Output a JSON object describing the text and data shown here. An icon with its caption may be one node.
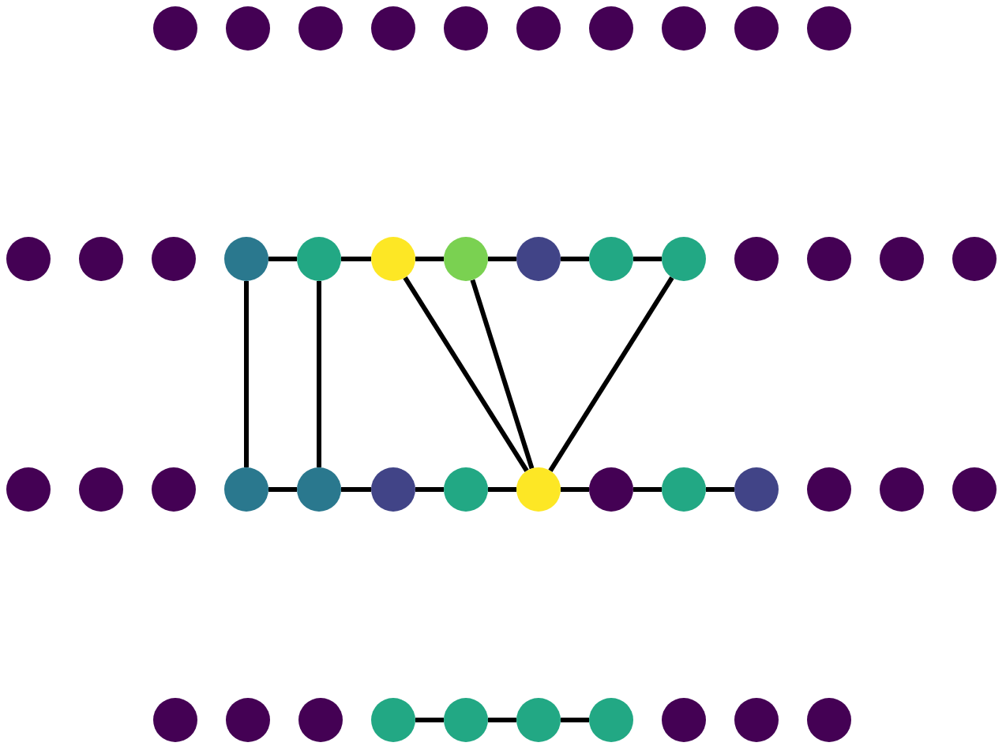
{
  "diagram": {
    "nodes": [
      {
        "text": [],
        "shape": "circle"
      },
      {
        "text": [],
        "shape": "circle"
      },
      {
        "text": [],
        "shape": "circle"
      },
      {
        "text": [],
        "shape": "circle"
      },
      {
        "text": [],
        "shape": "circle"
      },
      {
        "text": [],
        "shape": "circle"
      },
      {
        "text": [],
        "shape": "circle"
      },
      {
        "text": [],
        "shape": "circle"
      },
      {
        "text": [],
        "shape": "circle"
      },
      {
        "text": [],
        "shape": "circle"
      },
      {
        "text": [],
        "shape": "circle"
      },
      {
        "text": [],
        "shape": "circle"
      },
      {
        "text": [],
        "shape": "circle"
      },
      {
        "text": [],
        "shape": "circle"
      },
      {
        "text": [],
        "shape": "circle"
      },
      {
        "text": [],
        "shape": "circle"
      },
      {
        "text": [],
        "shape": "circle"
      },
      {
        "text": [],
        "shape": "circle"
      },
      {
        "text": [],
        "shape": "circle"
      },
      {
        "text": [],
        "shape": "circle"
      },
      {
        "text": [],
        "shape": "circle"
      },
      {
        "text": [],
        "shape": "circle"
      },
      {
        "text": [],
        "shape": "circle"
      },
      {
        "text": [],
        "shape": "circle"
      },
      {
        "text": [],
        "shape": "circle"
      },
      {
        "text": [],
        "shape": "circle"
      },
      {
        "text": [],
        "shape": "circle"
      },
      {
        "text": [],
        "shape": "circle"
      },
      {
        "text": [],
        "shape": "circle"
      },
      {
        "text": [],
        "shape": "circle"
      },
      {
        "text": [],
        "shape": "circle"
      },
      {
        "text": [],
        "shape": "circle"
      },
      {
        "text": [],
        "shape": "circle"
      },
      {
        "text": [],
        "shape": "circle"
      },
      {
        "text": [],
        "shape": "circle"
      },
      {
        "text": [],
        "shape": "circle"
      },
      {
        "text": [],
        "shape": "circle"
      },
      {
        "text": [],
        "shape": "circle"
      },
      {
        "text": [],
        "shape": "circle"
      },
      {
        "text": [],
        "shape": "circle"
      },
      {
        "text": [],
        "shape": "circle"
      },
      {
        "text": [],
        "shape": "circle"
      },
      {
        "text": [],
        "shape": "circle"
      },
      {
        "text": [],
        "shape": "circle"
      },
      {
        "text": [],
        "shape": "circle"
      },
      {
        "text": [],
        "shape": "circle"
      },
      {
        "text": [],
        "shape": "circle"
      },
      {
        "text": [],
        "shape": "circle"
      }
    ],
    "edges": [
      {
        "from": 13,
        "to": 14,
        "arrow": "none"
      },
      {
        "from": 14,
        "to": 15,
        "arrow": "none"
      },
      {
        "from": 15,
        "to": 16,
        "arrow": "none"
      },
      {
        "from": 16,
        "to": 17,
        "arrow": "none"
      },
      {
        "from": 17,
        "to": 18,
        "arrow": "none"
      },
      {
        "from": 18,
        "to": 19,
        "arrow": "none"
      },
      {
        "from": 27,
        "to": 28,
        "arrow": "none"
      },
      {
        "from": 28,
        "to": 29,
        "arrow": "none"
      },
      {
        "from": 29,
        "to": 30,
        "arrow": "none"
      },
      {
        "from": 30,
        "to": 31,
        "arrow": "none"
      },
      {
        "from": 31,
        "to": 32,
        "arrow": "none"
      },
      {
        "from": 32,
        "to": 33,
        "arrow": "none"
      },
      {
        "from": 33,
        "to": 34,
        "arrow": "none"
      },
      {
        "from": 13,
        "to": 27,
        "arrow": "none"
      },
      {
        "from": 14,
        "to": 28,
        "arrow": "none"
      },
      {
        "from": 15,
        "to": 31,
        "arrow": "none"
      },
      {
        "from": 16,
        "to": 31,
        "arrow": "none"
      },
      {
        "from": 19,
        "to": 31,
        "arrow": "none"
      },
      {
        "from": 41,
        "to": 42,
        "arrow": "none"
      },
      {
        "from": 42,
        "to": 43,
        "arrow": "none"
      },
      {
        "from": 43,
        "to": 44,
        "arrow": "none"
      }
    ]
  }
}
